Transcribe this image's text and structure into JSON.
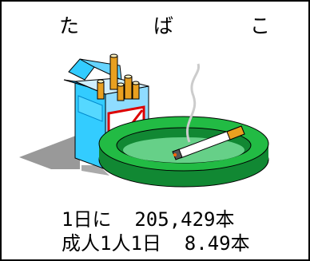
{
  "title_chars": [
    "た",
    "ば",
    "こ"
  ],
  "stats": {
    "line1": "1日に  205,429本",
    "line2": "成人1人1日  8.49本"
  },
  "colors": {
    "pack_blue": "#33ccff",
    "pack_dark_blue": "#0088cc",
    "pack_red": "#dd0000",
    "filter_orange": "#e8a020",
    "ashtray_green": "#22bb44",
    "ashtray_dark_green": "#118833",
    "shadow_gray": "#999999"
  },
  "icons": [
    "cigarette-pack-icon",
    "ashtray-icon",
    "lit-cigarette-icon"
  ]
}
